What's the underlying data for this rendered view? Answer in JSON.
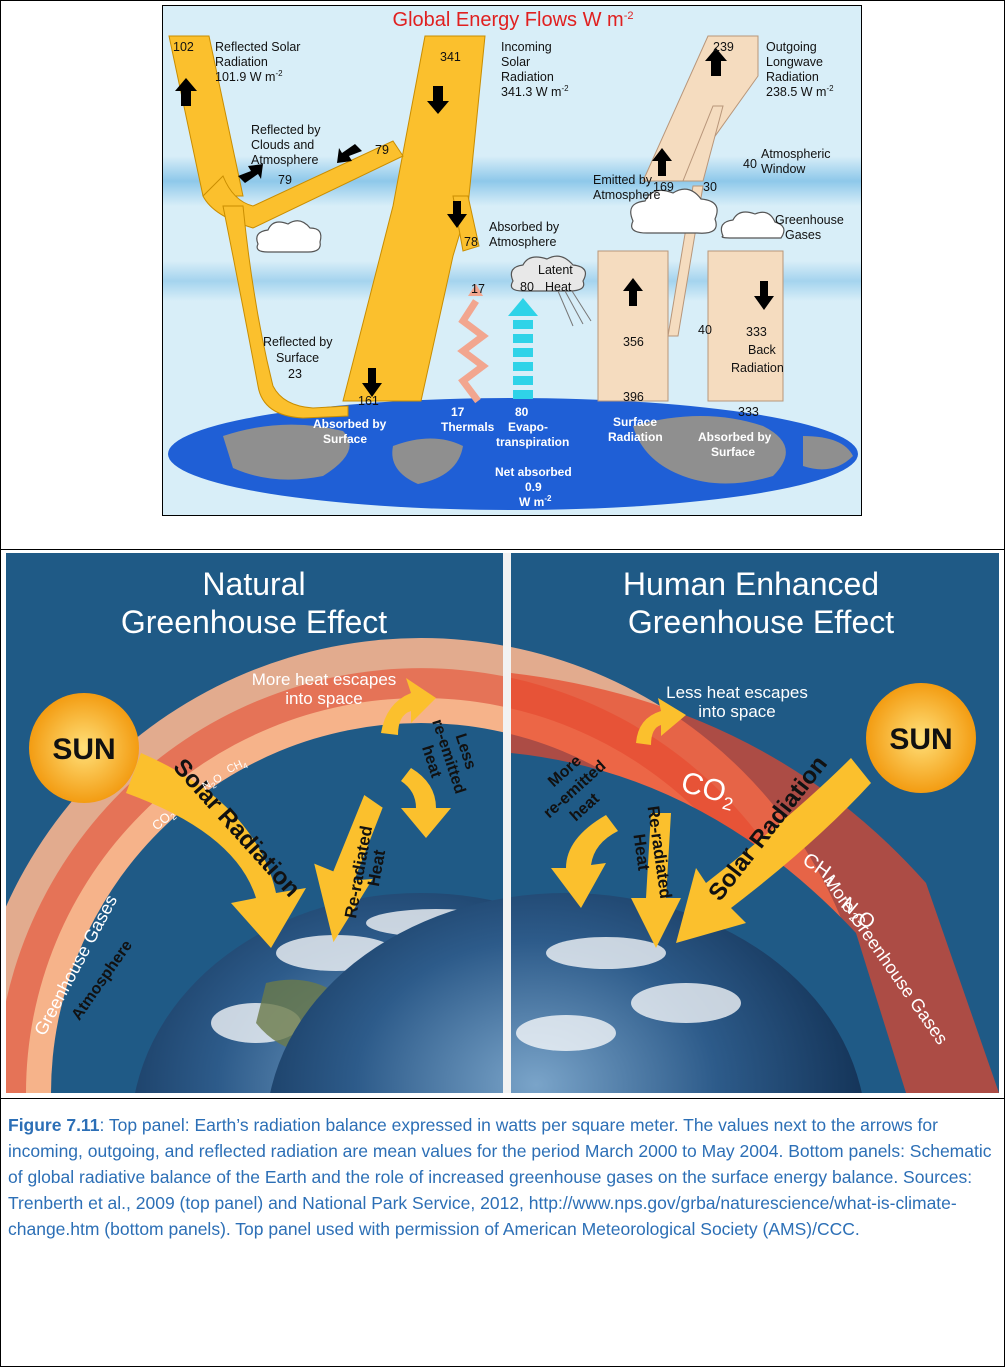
{
  "top_panel": {
    "title": "Global Energy Flows  W m",
    "title_sup": "-2",
    "labels": {
      "reflected_solar_value": "102",
      "reflected_solar_l1": "Reflected Solar",
      "reflected_solar_l2": "Radiation",
      "reflected_solar_l3": "101.9 W m",
      "incoming_value": "341",
      "incoming_l1": "Incoming",
      "incoming_l2": "Solar",
      "incoming_l3": "Radiation",
      "incoming_l4": "341.3 W m",
      "outgoing_value": "239",
      "outgoing_l1": "Outgoing",
      "outgoing_l2": "Longwave",
      "outgoing_l3": "Radiation",
      "outgoing_l4": "238.5 W m",
      "clouds_l1": "Reflected by",
      "clouds_l2": "Clouds and",
      "clouds_l3": "Atmosphere",
      "clouds_value": "79",
      "clouds_value_right": "79",
      "emitted_l1": "Emitted by",
      "emitted_l2": "Atmosphere",
      "emitted_value": "169",
      "value_30": "30",
      "window_value": "40",
      "window_l1": "Atmospheric",
      "window_l2": "Window",
      "absorbed_atm_l1": "Absorbed by",
      "absorbed_atm_value": "78",
      "absorbed_atm_l2": "Atmosphere",
      "ghg_l1": "Greenhouse",
      "ghg_l2": "Gases",
      "latent_l1": "Latent",
      "latent_value": "80",
      "latent_l2": "Heat",
      "thermals_top": "17",
      "surface_refl_l1": "Reflected by",
      "surface_refl_l2": "Surface",
      "surface_refl_value": "23",
      "up_356": "356",
      "window_40_low": "40",
      "back_value": "333",
      "back_l1": "Back",
      "back_l2": "Radiation",
      "surface_161": "161",
      "surface_396": "396",
      "surface_333": "333",
      "abs_surface_l1": "Absorbed by",
      "abs_surface_l2": "Surface",
      "thermals_value": "17",
      "thermals_label": "Thermals",
      "evapo_value": "80",
      "evapo_l1": "Evapo-",
      "evapo_l2": "transpiration",
      "surface_rad_l1": "Surface",
      "surface_rad_l2": "Radiation",
      "abs_surface2_l1": "Absorbed by",
      "abs_surface2_l2": "Surface",
      "net_l1": "Net absorbed",
      "net_l2": "0.9",
      "net_l3": "W m"
    },
    "colors": {
      "title": "#e02020",
      "solar_flow": "#fbc02d",
      "longwave_flow": "#f5dcbf",
      "sky": "#d8eef8",
      "atmos_band": "#9fd0ec",
      "ocean": "#1f5fd6",
      "land": "#8f8f8f"
    }
  },
  "bottom_panel": {
    "left": {
      "title_l1": "Natural",
      "title_l2": "Greenhouse Effect",
      "sun": "SUN",
      "escape_l1": "More heat escapes",
      "escape_l2": "into space",
      "solar": "Solar Radiation",
      "reradiated_l1": "Re-radiated",
      "reradiated_l2": "Heat",
      "less_l1": "Less",
      "less_l2": "re-emitted",
      "less_l3": "heat",
      "ghg": "Greenhouse Gases",
      "co2": "CO",
      "n2o": "N",
      "ch4": "CH",
      "atmosphere": "Atmosphere"
    },
    "right": {
      "title_l1": "Human Enhanced",
      "title_l2": "Greenhouse Effect",
      "sun": "SUN",
      "escape_l1": "Less heat escapes",
      "escape_l2": "into space",
      "solar": "Solar Radiation",
      "reradiated_l1": "Re-radiated",
      "reradiated_l2": "Heat",
      "more_l1": "More",
      "more_l2": "re-emitted",
      "more_l3": "heat",
      "co2": "CO",
      "ch4": "CH",
      "n2o": "N",
      "ghg": "More Greenhouse Gases"
    },
    "colors": {
      "background": "#1f5a86",
      "sun": "#f9b81c",
      "arrow": "#fbc02d",
      "atmos_hot": "#e8462a",
      "atmos_warm": "#f4a46a"
    }
  },
  "caption": {
    "label": "Figure 7.11",
    "text": ": Top panel: Earth’s radiation balance expressed in watts per square meter. The values next to the arrows for incoming, outgoing, and reflected radiation are mean values for the period March 2000 to May 2004. Bottom panels: Schematic of global radiative balance of the Earth and the role of increased greenhouse gases on the surface energy balance.  Sources: Trenberth et al., 2009 (top panel) and National Park Service, 2012, http://www.nps.gov/grba/naturescience/what-is-climate-change.htm (bottom panels). Top panel used with permission of American Meteorological Society (AMS)/CCC."
  }
}
